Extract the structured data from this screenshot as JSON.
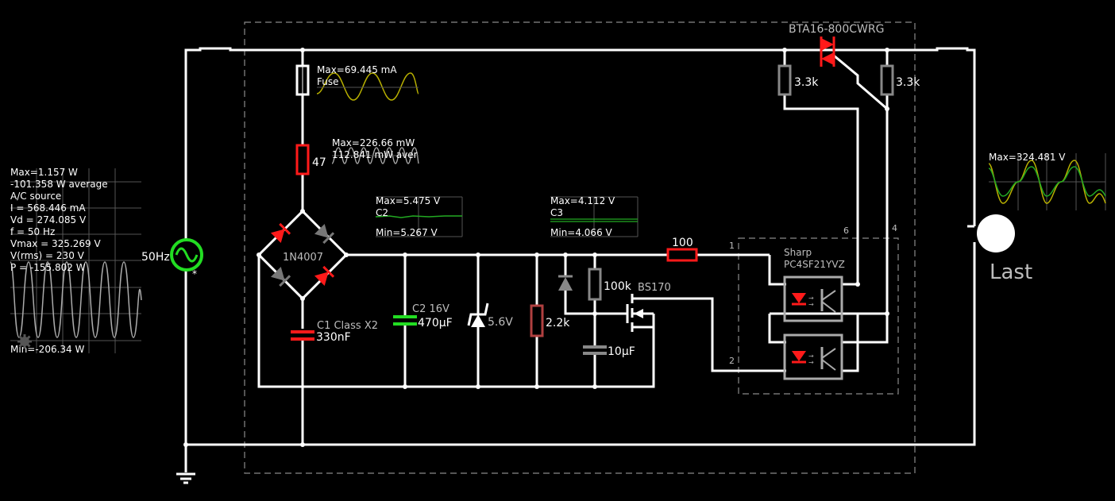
{
  "colors": {
    "background": "#000000",
    "wire": "#ffffff",
    "led_red": "#ff1a1a",
    "source_green": "#22dd22",
    "trace_yellow": "#b8b000",
    "trace_green": "#22aa22",
    "trace_grey": "#aaaaaa",
    "resistor_red": "#ff1a1a",
    "resistor_grey": "#888888"
  },
  "source": {
    "label": "50Hz",
    "star": "*",
    "scope": {
      "max": "Max=1.157 W",
      "avg": "-101.358 W average",
      "kind": "A/C source",
      "current": "I = 568.446 mA",
      "vd": "Vd = 274.085 V",
      "freq": "f = 50 Hz",
      "vmax": "Vmax = 325.269 V",
      "vrms": "V(rms) = 230 V",
      "power": "P = -155.802 W",
      "min": "Min=-206.34 W"
    }
  },
  "triac": {
    "label": "BTA16-800CWRG"
  },
  "resistors": {
    "r_gate_left": "3.3k",
    "r_gate_right": "3.3k",
    "r47": "47",
    "r100": "100",
    "r100k": "100k",
    "r2k2": "2.2k"
  },
  "fuse": {
    "max": "Max=69.445 mA",
    "label": "Fuse"
  },
  "r47_scope": {
    "max": "Max=226.66 mW",
    "avg": "112.841 mW aver"
  },
  "c2_scope": {
    "max": "Max=5.475 V",
    "name": "C2",
    "min": "Min=5.267 V"
  },
  "c3_scope": {
    "max": "Max=4.112 V",
    "name": "C3",
    "min": "Min=4.066 V"
  },
  "bridge": {
    "label": "1N4007"
  },
  "c1": {
    "name": "C1 Class X2",
    "value": "330nF"
  },
  "c2": {
    "name": "C2 16V",
    "value": "470µF"
  },
  "zener": {
    "value": "5.6V"
  },
  "cap10u": {
    "value": "10µF"
  },
  "mosfet": {
    "label": "BS170"
  },
  "opto": {
    "maker": "Sharp",
    "part": "PC4SF21YVZ",
    "pin1": "1",
    "pin2": "2",
    "pin4": "4",
    "pin6": "6"
  },
  "load": {
    "max": "Max=324.481 V",
    "label": "Last"
  }
}
